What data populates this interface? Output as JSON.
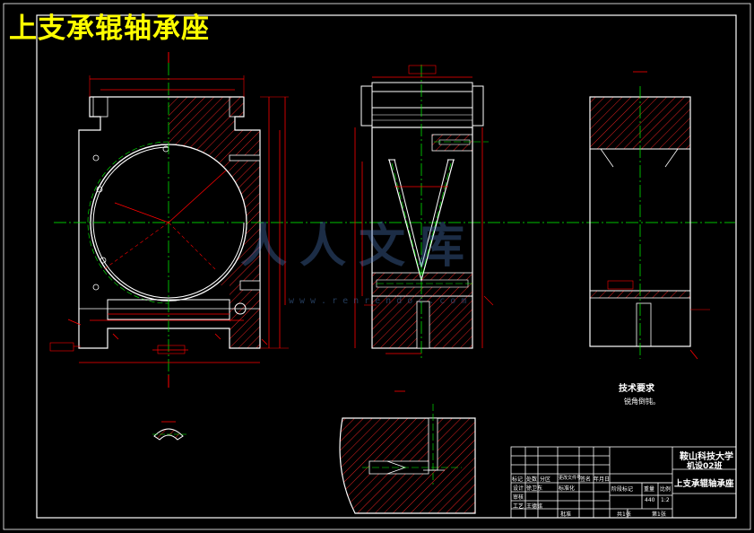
{
  "drawing_title": "上支承辊轴承座",
  "watermark": {
    "text": "人人文库",
    "url": "www.renrendoc.com"
  },
  "tech_requirements": {
    "heading": "技术要求",
    "item": "锐角倒钝。"
  },
  "title_block": {
    "school": "鞍山科技大学",
    "class": "机设02班",
    "part_name": "上支承辊轴承座",
    "header_row": [
      "标记",
      "处数",
      "分区",
      "更改文件号",
      "签名",
      "年月日"
    ],
    "designer_label": "设计",
    "designer_name": "徐卫东",
    "standard_label": "标准化",
    "check_label": "审核",
    "process_label": "工艺",
    "reviewer_name": "王德铭",
    "approve_label": "批准",
    "stage_label": "阶段标记",
    "weight_label": "重量",
    "scale_label": "比例",
    "weight": "440",
    "scale": "1:2",
    "sheets_total": "共1张",
    "sheet_no": "第1张"
  },
  "colors": {
    "outline": "#ffffff",
    "center": "#00ff00",
    "dimension": "#ff0000",
    "hatch": "#ff3030",
    "title": "#ffff00",
    "frame": "#ffffff"
  }
}
